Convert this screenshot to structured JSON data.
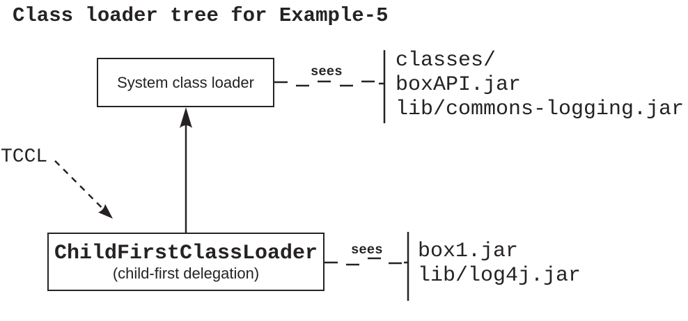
{
  "title": "Class loader tree for Example-5",
  "tccl": {
    "label": "TCCL"
  },
  "system_loader": {
    "label": "System class loader",
    "sees_label": "sees",
    "classpath": [
      "classes/",
      "boxAPI.jar",
      "lib/commons-logging.jar"
    ]
  },
  "child_loader": {
    "label": "ChildFirstClassLoader",
    "sublabel": "(child-first delegation)",
    "sees_label": "sees",
    "classpath": [
      "box1.jar",
      "lib/log4j.jar"
    ]
  },
  "colors": {
    "ink": "#262223",
    "background": "#ffffff"
  }
}
